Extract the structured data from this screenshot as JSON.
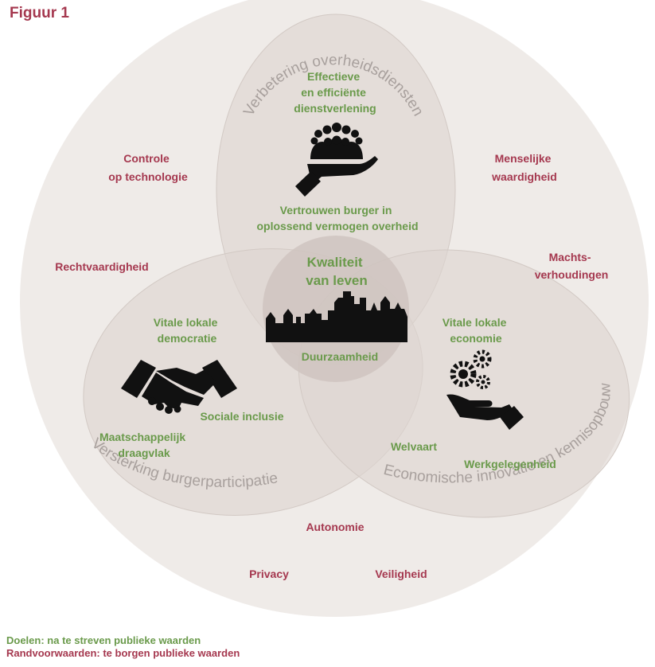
{
  "figure_label": "Figuur 1",
  "arc_labels": {
    "top": "Verbetering overheidsdiensten",
    "left": "Versterking burgerparticipatie",
    "right": "Economische innovatie en kennisopbouw"
  },
  "outer_values": {
    "controle": [
      "Controle",
      "op technologie"
    ],
    "menselijke": [
      "Menselijke",
      "waardigheid"
    ],
    "rechtvaardigheid": "Rechtvaardigheid",
    "machts": [
      "Machts-",
      "verhoudingen"
    ],
    "autonomie": "Autonomie",
    "privacy": "Privacy",
    "veiligheid": "Veiligheid"
  },
  "top_circle": {
    "effectieve": [
      "Effectieve",
      "en efficiënte",
      "dienstverlening"
    ],
    "vertrouwen": [
      "Vertrouwen burger in",
      "oplossend vermogen overheid"
    ]
  },
  "left_circle": {
    "vitale": [
      "Vitale lokale",
      "democratie"
    ],
    "sociale": "Sociale inclusie",
    "maatschappelijk": [
      "Maatschappelijk",
      "draagvlak"
    ]
  },
  "right_circle": {
    "vitale": [
      "Vitale lokale",
      "economie"
    ],
    "welvaart": "Welvaart",
    "werkgelegenheid": "Werkgelegenheid"
  },
  "center": {
    "kwaliteit": [
      "Kwaliteit",
      "van leven"
    ],
    "duurzaamheid": "Duurzaamheid"
  },
  "legend": {
    "goals": "Doelen: na te streven publieke waarden",
    "conditions": "Randvoorwaarden: te borgen publieke waarden"
  },
  "colors": {
    "title_red": "#a5384f",
    "goal_green": "#6a9a4b",
    "arc_grey": "#a8a09d",
    "outer_circle": "#efebe8",
    "inner_circle": "#ddd5d1",
    "center_circle": "#cfc4bf"
  }
}
